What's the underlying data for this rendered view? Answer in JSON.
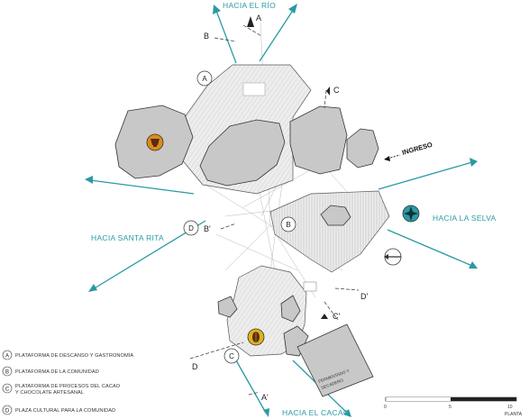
{
  "directions": {
    "north": "HACIA EL RÍO",
    "west": "HACIA SANTA RITA",
    "east": "HACIA LA SELVA",
    "south": "HACIA EL CACAO"
  },
  "ingreso_label": "INGRESO",
  "section_cuts": {
    "a_top": "A",
    "a_bottom": "A'",
    "b_top": "B",
    "b_bottom": "B'",
    "c_top": "C",
    "c_bottom": "C'",
    "d_left": "D",
    "d_right": "D'"
  },
  "zone_markers": {
    "a": "A",
    "b": "B",
    "c": "C",
    "d": "D"
  },
  "annotations": {
    "fermentado_line1": "FERMENTADO Y",
    "fermentado_line2": "SECADERO"
  },
  "legend": [
    {
      "key": "A",
      "line1": "PLATAFORMA DE DESCANSO Y GASTRONOMÍA",
      "line2": ""
    },
    {
      "key": "B",
      "line1": "PLATAFORMA DE LA COMUNIDAD",
      "line2": ""
    },
    {
      "key": "C",
      "line1": "PLATAFORMA DE PROCESOS DEL CACAO",
      "line2": "Y CHOCOLATE ARTESANAL"
    },
    {
      "key": "D",
      "line1": "PLAZA CULTURAL PARA LA COMUNIDAD",
      "line2": ""
    }
  ],
  "scale": {
    "ticks": [
      "0",
      "5",
      "10"
    ],
    "label": "PLANTA"
  },
  "colors": {
    "accent": "#2a9aa3",
    "rock": "#c8c8c8",
    "platform": "#ececec",
    "line": "#333333",
    "icon_orange": "#e08a1e",
    "icon_teal": "#2a9aa3"
  },
  "icons": {
    "north_arrow": "north-arrow-icon",
    "gastronomy": "gastronomy-icon",
    "community": "community-icon",
    "cacao": "cacao-icon"
  }
}
